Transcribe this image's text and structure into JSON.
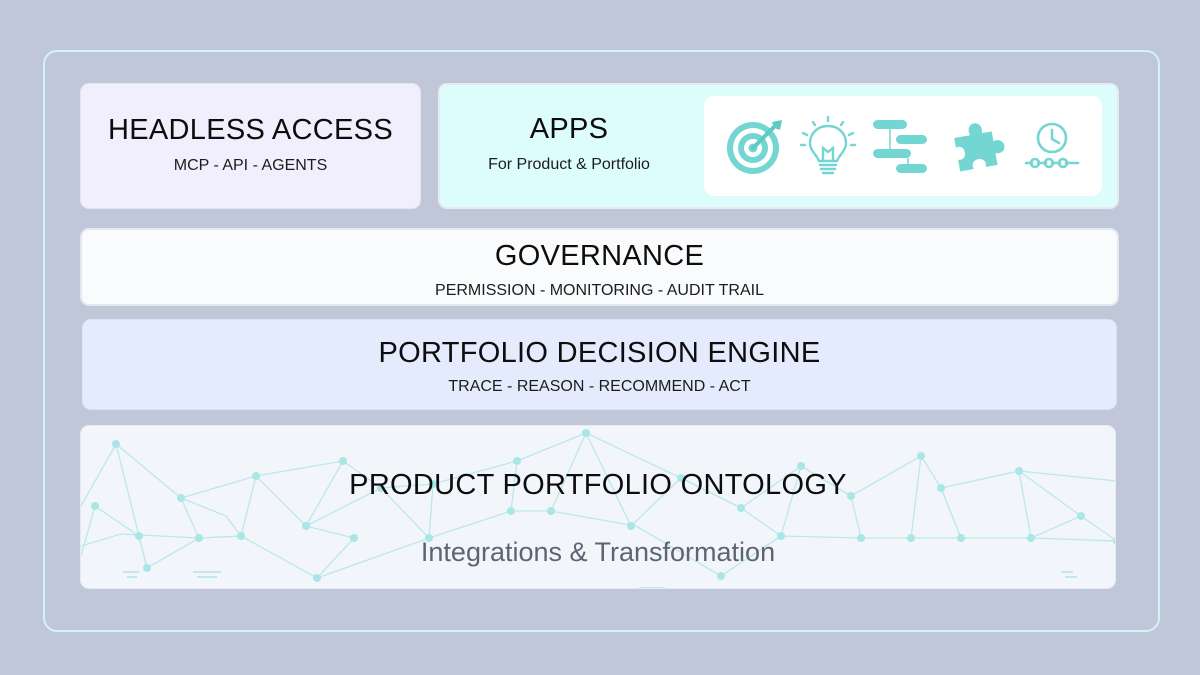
{
  "headless": {
    "title": "HEADLESS ACCESS",
    "subtitle": "MCP - API - AGENTS"
  },
  "apps": {
    "title": "APPS",
    "subtitle": "For Product & Portfolio",
    "icons": [
      "target-icon",
      "lightbulb-icon",
      "roadmap-bars-icon",
      "puzzle-icon",
      "timeline-clock-icon"
    ]
  },
  "governance": {
    "title": "GOVERNANCE",
    "subtitle": "PERMISSION - MONITORING - AUDIT TRAIL"
  },
  "engine": {
    "title": "PORTFOLIO DECISION ENGINE",
    "subtitle": "TRACE - REASON - RECOMMEND - ACT"
  },
  "ontology": {
    "title": "PRODUCT PORTFOLIO ONTOLOGY",
    "subtitle": "Integrations & Transformation"
  },
  "colors": {
    "background": "#bfc7d9",
    "accent_teal": "#6fd6d2",
    "headless_bg": "#f1eefd",
    "apps_bg": "#ddfcfc",
    "governance_bg": "#f9fbfd",
    "engine_bg": "#e3ebfc",
    "ontology_bg": "#f2f6fb"
  }
}
